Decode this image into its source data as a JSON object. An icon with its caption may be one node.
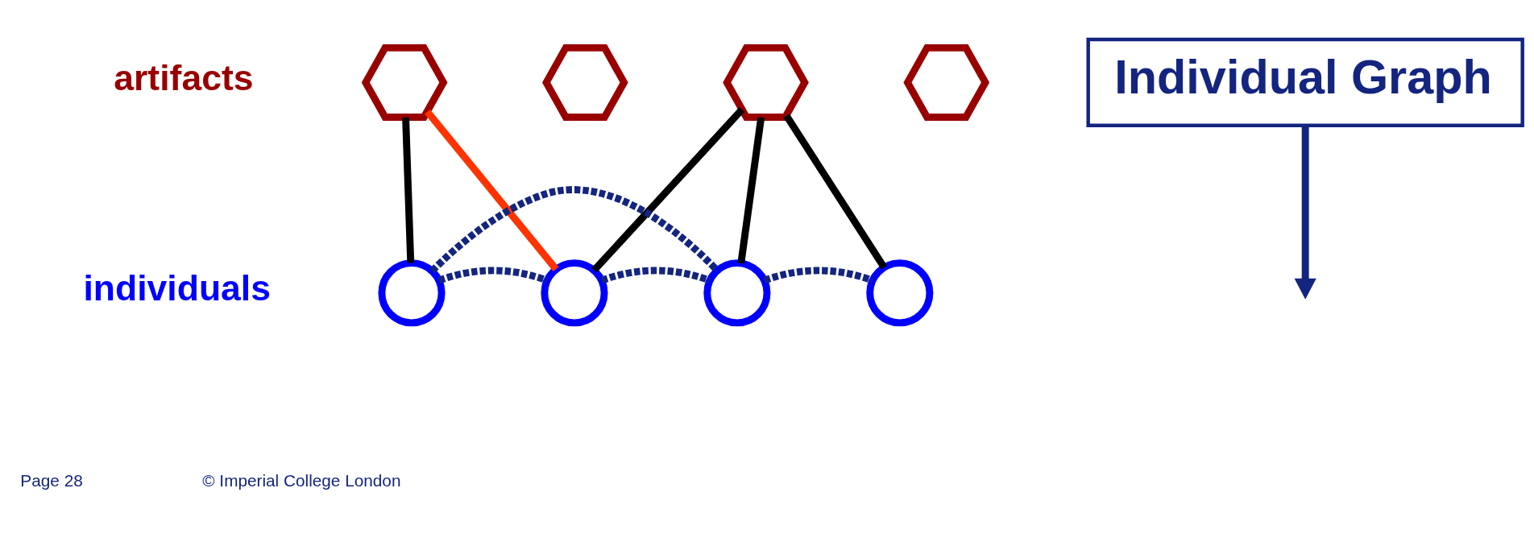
{
  "diagram": {
    "nodes": [
      {
        "text": [],
        "shape": "hexagon"
      },
      {
        "text": [],
        "shape": "hexagon"
      },
      {
        "text": [],
        "shape": "hexagon"
      },
      {
        "text": [],
        "shape": "hexagon"
      },
      {
        "text": [],
        "shape": "circle"
      },
      {
        "text": [],
        "shape": "circle"
      },
      {
        "text": [],
        "shape": "circle"
      },
      {
        "text": [],
        "shape": "circle"
      },
      {
        "text": [
          "Individual Graph"
        ]
      }
    ],
    "edges": [
      {
        "from": 0,
        "to": 4,
        "arrow": "none",
        "color": "#000000"
      },
      {
        "from": 0,
        "to": 5,
        "arrow": "none",
        "color": "#ff3300"
      },
      {
        "from": 2,
        "to": 5,
        "arrow": "none",
        "color": "#000000"
      },
      {
        "from": 2,
        "to": 6,
        "arrow": "none",
        "color": "#000000"
      },
      {
        "from": 2,
        "to": 7,
        "arrow": "none",
        "color": "#000000"
      },
      {
        "from": 4,
        "to": 5,
        "arrow": "none",
        "style": "dashed",
        "color": "#13257f"
      },
      {
        "from": 5,
        "to": 6,
        "arrow": "none",
        "style": "dashed",
        "color": "#13257f"
      },
      {
        "from": 6,
        "to": 7,
        "arrow": "none",
        "style": "dashed",
        "color": "#13257f"
      },
      {
        "from": 4,
        "to": 6,
        "arrow": "none",
        "style": "dashed",
        "color": "#13257f"
      },
      {
        "from": 8,
        "to": null,
        "arrow": "to",
        "color": "#13257f"
      }
    ],
    "labels": [
      "artifacts",
      "individuals",
      "Page 28",
      "© Imperial College London"
    ]
  }
}
